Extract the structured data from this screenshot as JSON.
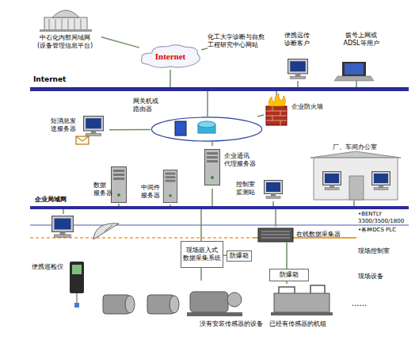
{
  "diagram": {
    "nodes": [
      {
        "text": [
          "中石化内部局域网 (设备管理信息平台)"
        ]
      },
      {
        "text": [
          "Internet"
        ]
      },
      {
        "text": [
          "化工大学诊断与自愈 工程研究中心网站"
        ]
      },
      {
        "text": [
          "便携远传 诊断客户"
        ]
      },
      {
        "text": [
          "拨号上网或 ADSL等用户"
        ]
      },
      {
        "text": [
          "Internet"
        ]
      },
      {
        "text": [
          "网关机或 路由器"
        ]
      },
      {
        "text": [
          "企业防火墙"
        ]
      },
      {
        "text": [
          "短消息发 送服务器"
        ]
      },
      {
        "text": [
          "企业通讯 代理服务器"
        ]
      },
      {
        "text": [
          "厂、车间办公室"
        ]
      },
      {
        "text": [
          "数据 服务器"
        ]
      },
      {
        "text": [
          "中间件 服务器"
        ]
      },
      {
        "text": [
          "控制室 监测站"
        ]
      },
      {
        "text": [
          "企业局域网"
        ]
      },
      {
        "text": [
          "便携巡检仪"
        ]
      },
      {
        "text": [
          "现场嵌入式 数据采集系统"
        ]
      },
      {
        "text": [
          "防爆箱"
        ]
      },
      {
        "text": [
          "在线数据采集器"
        ]
      },
      {
        "text": [
          "防爆箱"
        ]
      },
      {
        "text": [
          "没有安装传感器的设备"
        ]
      },
      {
        "text": [
          "已经有传感器的机组"
        ]
      }
    ],
    "edges": [
      {
        "from": 0,
        "to": 1,
        "arrow": "none"
      },
      {
        "from": 1,
        "to": 2,
        "arrow": "none"
      },
      {
        "from": 1,
        "to": 5,
        "arrow": "none"
      },
      {
        "from": 3,
        "to": 5,
        "arrow": "none"
      },
      {
        "from": 4,
        "to": 5,
        "arrow": "none"
      },
      {
        "from": 5,
        "to": 6,
        "arrow": "none"
      },
      {
        "from": 5,
        "to": 7,
        "arrow": "none"
      },
      {
        "from": 6,
        "to": 7,
        "arrow": "none"
      },
      {
        "from": 8,
        "to": 6,
        "arrow": "none"
      },
      {
        "from": 6,
        "to": 9,
        "arrow": "none"
      },
      {
        "from": 9,
        "to": 14,
        "arrow": "none"
      },
      {
        "from": 10,
        "to": 14,
        "arrow": "none"
      },
      {
        "from": 11,
        "to": 14,
        "arrow": "none"
      },
      {
        "from": 12,
        "to": 14,
        "arrow": "none"
      },
      {
        "from": 13,
        "to": 14,
        "arrow": "none"
      },
      {
        "from": 14,
        "to": 15,
        "arrow": "none"
      },
      {
        "from": 14,
        "to": 16,
        "arrow": "none"
      },
      {
        "from": 14,
        "to": 18,
        "arrow": "none"
      },
      {
        "from": 18,
        "to": 19,
        "arrow": "none"
      },
      {
        "from": 16,
        "to": 20,
        "arrow": "none"
      },
      {
        "from": 19,
        "to": 21,
        "arrow": "none"
      },
      {
        "from": 16,
        "to": 17,
        "arrow": "none"
      }
    ],
    "labels": [
      "•BENTLY 3300/3500/1800",
      "•各种DCS PLC",
      "现场控制室",
      "现场设备",
      "......"
    ]
  }
}
